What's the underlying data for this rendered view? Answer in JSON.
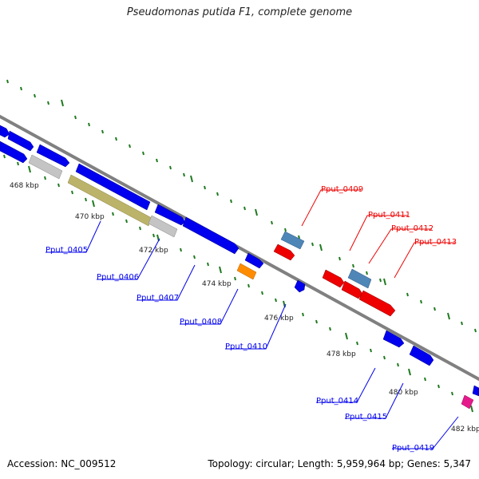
{
  "title": "Pseudomonas putida F1, complete genome",
  "accession": "Accession: NC_009512",
  "summary": "Topology: circular; Length: 5,959,964 bp; Genes: 5,347",
  "colors": {
    "backbone": "#808080",
    "tick": "#1e7a1e",
    "blue": "#0000ee",
    "red": "#ee0000",
    "steel": "#4f86b8",
    "gray": "#c4c4c4",
    "olive": "#bcb36a",
    "orange": "#ff8c00",
    "magenta": "#e6198c"
  },
  "scale_labels": [
    "468 kbp",
    "470 kbp",
    "472 kbp",
    "474 kbp",
    "476 kbp",
    "478 kbp",
    "480 kbp",
    "482 kbp"
  ],
  "gene_labels": [
    {
      "text": "Pput_0405",
      "color": "blue"
    },
    {
      "text": "Pput_0406",
      "color": "blue"
    },
    {
      "text": "Pput_0407",
      "color": "blue"
    },
    {
      "text": "Pput_0408",
      "color": "blue"
    },
    {
      "text": "Pput_0409",
      "color": "red"
    },
    {
      "text": "Pput_0410",
      "color": "blue"
    },
    {
      "text": "Pput_0411",
      "color": "red"
    },
    {
      "text": "Pput_0412",
      "color": "red"
    },
    {
      "text": "Pput_0413",
      "color": "red"
    },
    {
      "text": "Pput_0414",
      "color": "blue"
    },
    {
      "text": "Pput_0415",
      "color": "blue"
    },
    {
      "text": "Pput_0419",
      "color": "blue"
    }
  ]
}
